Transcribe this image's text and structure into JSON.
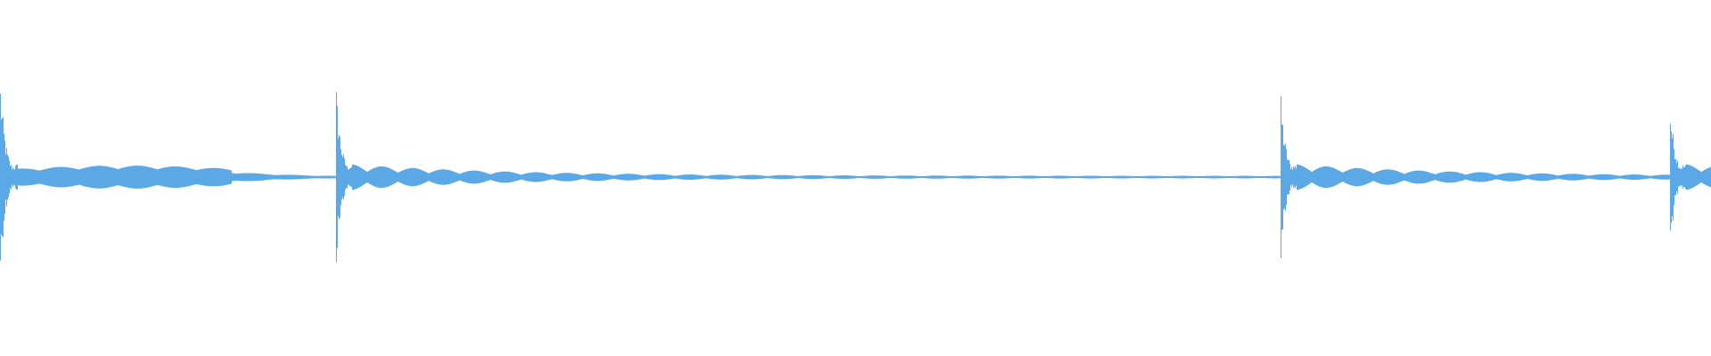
{
  "waveform": {
    "color": "#5aa9e6",
    "background": "#ffffff",
    "transients": [
      {
        "peak": 0.94,
        "tail": "long-sustain"
      },
      {
        "peak": 0.86,
        "tail": "slow-decay"
      },
      {
        "peak": 0.78,
        "tail": "slow-decay"
      },
      {
        "peak": 0.7,
        "tail": "ringing"
      }
    ]
  }
}
